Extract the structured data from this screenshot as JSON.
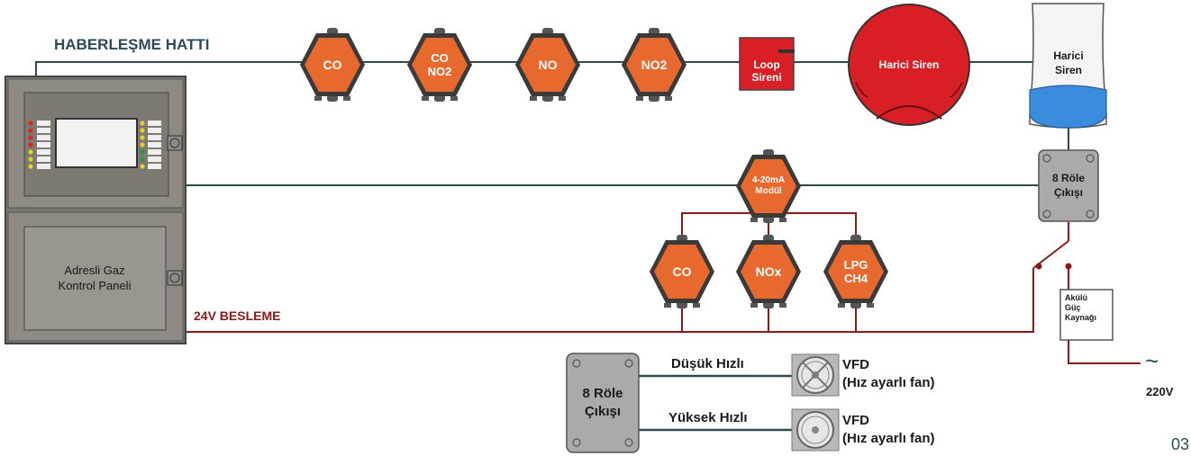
{
  "labels": {
    "comm_line": "HABERLEŞME HATTI",
    "power_line": "24V BESLEME",
    "panel": "Adresli Gaz\nKontrol Paneli",
    "det_co": "CO",
    "det_co_no2": "CO\nNO2",
    "det_no": "NO",
    "det_no2": "NO2",
    "loop_siren": "Loop\nSireni",
    "ext_siren_round": "Harici Siren",
    "ext_siren_box": "Harici\nSiren",
    "module": "4-20mA\nModül",
    "relay_right": "8 Röle\nÇıkışı",
    "det_co_b": "CO",
    "det_nox": "NOx",
    "det_lpg": "LPG\nCH4",
    "battery": "Akülü\nGüç\nKaynağı",
    "mains_symbol": "~",
    "mains": "220V",
    "relay_bottom": "8 Röle\nÇıkışı",
    "low_speed": "Düşük Hızlı",
    "high_speed": "Yüksek Hızlı",
    "vfd_1": "VFD\n(Hız ayarlı fan)",
    "vfd_2": "VFD\n(Hız ayarlı fan)",
    "page_number": "03"
  },
  "colors": {
    "detector_orange": "#e8692e",
    "siren_red": "#d91f26",
    "power_line": "#8b1a1a",
    "comm_line": "#2e4a4a",
    "cabinet": "#8a8580",
    "relay_box": "#aaaaaa",
    "siren_blue": "#3a8ddc",
    "title_text": "#2c4a5a"
  }
}
